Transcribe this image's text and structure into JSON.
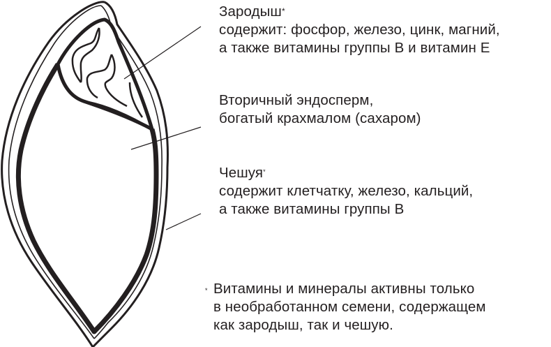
{
  "diagram": {
    "subject": "grain seed cross-section",
    "colors": {
      "stroke": "#231f20",
      "background": "#ffffff"
    }
  },
  "labels": {
    "embryo": {
      "title": "Зародыш",
      "marker": "*",
      "lines": [
        "содержит: фосфор, железо, цинк, магний,",
        "а также витамины группы В и витамин Е"
      ]
    },
    "endosperm": {
      "lines": [
        "Вторичный эндосперм,",
        "богатый крахмалом (сахаром)"
      ]
    },
    "husk": {
      "title": "Чешуя",
      "marker": "*",
      "lines": [
        "содержит клетчатку, железо, кальций,",
        "а также витамины группы В"
      ]
    }
  },
  "footnote": {
    "marker": "*",
    "lines": [
      "Витамины и минералы активны только",
      "в необработанном семени, содержащем",
      "как зародыш, так и чешую."
    ]
  }
}
